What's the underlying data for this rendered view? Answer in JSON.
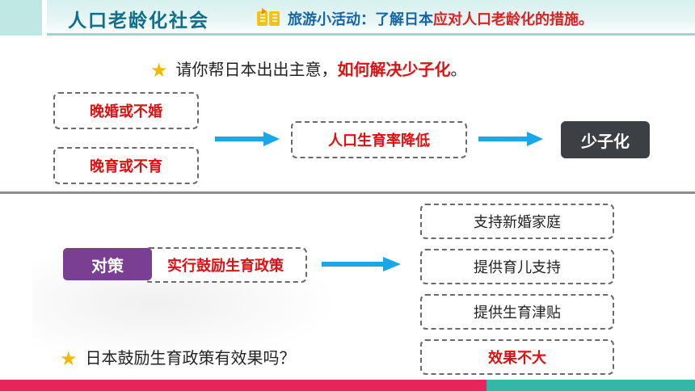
{
  "header": {
    "title": "人口老龄化社会",
    "subtitle_blue": "旅游小活动：了解日本",
    "subtitle_red": "应对人口老龄化的措施。"
  },
  "question1": {
    "prefix": "请你帮日本出出主意，",
    "highlight": "如何解决少子化",
    "suffix": "。"
  },
  "causes": [
    "晚婚或不婚",
    "晚育或不育"
  ],
  "effect_mid": "人口生育率降低",
  "result": "少子化",
  "policy": {
    "badge": "对策",
    "label": "实行鼓励生育政策"
  },
  "measures": [
    "支持新婚家庭",
    "提供育儿支持",
    "提供生育津贴"
  ],
  "outcome": "效果不大",
  "question2": "日本鼓励生育政策有效果吗？",
  "colors": {
    "red": "#e01010",
    "teal_title": "#0e6f8a",
    "arrow_blue": "#1aa7e8",
    "badge_dark": "#3c3f44",
    "badge_purple": "#7a3f93",
    "star": "#f5b800"
  }
}
